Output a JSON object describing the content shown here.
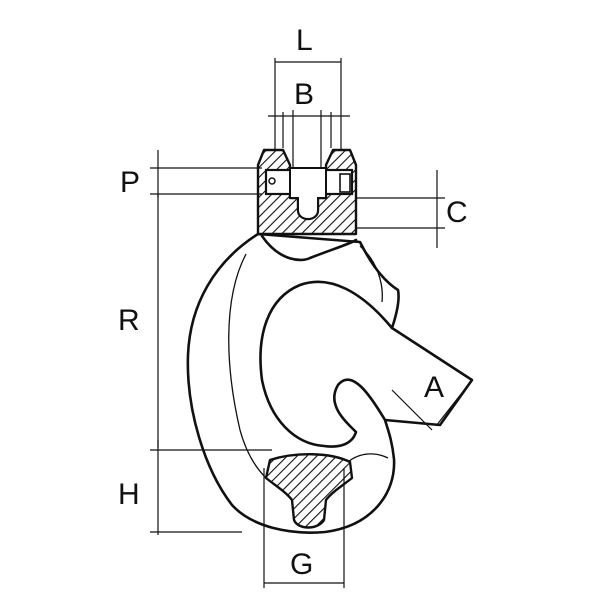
{
  "diagram": {
    "labels": {
      "L": "L",
      "B": "B",
      "P": "P",
      "C": "C",
      "R": "R",
      "A": "A",
      "H": "H",
      "G": "G"
    },
    "colors": {
      "line": "#111111",
      "background": "#ffffff"
    }
  }
}
